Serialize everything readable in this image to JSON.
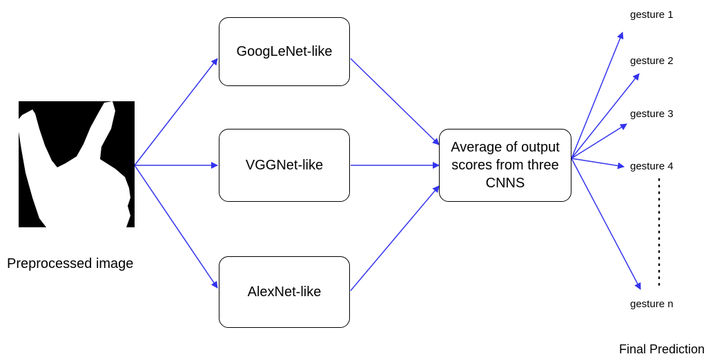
{
  "input": {
    "caption": "Preprocessed image",
    "icon": "hand-silhouette-icon"
  },
  "models": [
    {
      "label": "GoogLeNet-like"
    },
    {
      "label": "VGGNet-like"
    },
    {
      "label": "AlexNet-like"
    }
  ],
  "ensemble": {
    "label": "Average of output scores from three CNNS"
  },
  "outputs": [
    {
      "label": "gesture 1"
    },
    {
      "label": "gesture 2"
    },
    {
      "label": "gesture 3"
    },
    {
      "label": "gesture 4"
    },
    {
      "label": "gesture n"
    }
  ],
  "final_label": "Final Prediction",
  "colors": {
    "arrow": "#3333ee",
    "box_border": "#000000",
    "image_bg": "#000000",
    "silhouette": "#ffffff"
  }
}
